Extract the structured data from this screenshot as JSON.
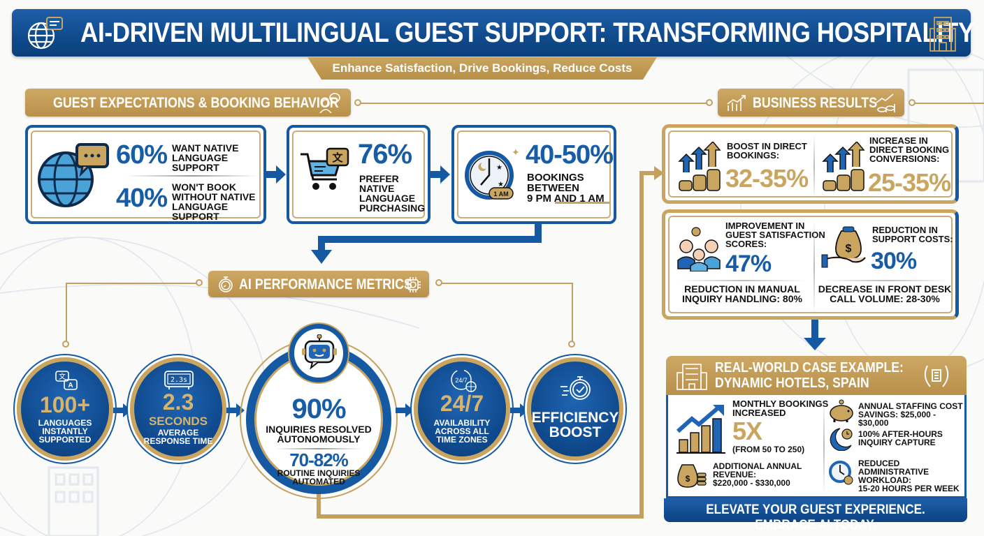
{
  "header": {
    "title": "AI-DRIVEN MULTILINGUAL GUEST SUPPORT: TRANSFORMING HOSPITALITY",
    "subtitle": "Enhance Satisfaction, Drive Bookings, Reduce Costs",
    "left_icon": "globe-chat-icon",
    "right_icon": "hotel-building-icon"
  },
  "guest_section": {
    "title": "GUEST EXPECTATIONS & BOOKING BEHAVIOR",
    "icon": "person-thought-icon",
    "cards": [
      {
        "icon": "globe-speech-bubble-icon",
        "stats": [
          {
            "value": "60%",
            "label_line1": "WANT NATIVE",
            "label_line2": "LANGUAGE SUPPORT"
          },
          {
            "value": "40%",
            "label_line1": "WON'T BOOK",
            "label_line2": "WITHOUT NATIVE",
            "label_line3": "LANGUAGE SUPPORT"
          }
        ]
      },
      {
        "icon": "shopping-cart-translate-icon",
        "value": "76%",
        "label_line1": "PREFER NATIVE",
        "label_line2": "LANGUAGE",
        "label_line3": "PURCHASING"
      },
      {
        "icon": "night-clock-icon",
        "badge": "1 AM",
        "value": "40-50%",
        "label_line1": "BOOKINGS BETWEEN",
        "label_line2": "9 PM AND 1 AM"
      }
    ]
  },
  "ai_section": {
    "title": "AI PERFORMANCE METRICS",
    "left_icon": "stopwatch-icon",
    "right_icon": "ai-chip-icon",
    "metrics": [
      {
        "icon": "translate-bubbles-icon",
        "value": "100+",
        "caption": [
          "LANGUAGES",
          "INSTANTLY",
          "SUPPORTED"
        ]
      },
      {
        "icon": "digital-clock-icon",
        "icon_text": "2.3s",
        "value": "2.3",
        "unit": "SECONDS",
        "caption": [
          "AVERAGE",
          "RESPONSE TIME"
        ]
      },
      {
        "icon": "robot-chat-icon",
        "value": "90%",
        "caption": [
          "INQUIRIES RESOLVED",
          "AUTONOMOUSLY"
        ],
        "value2": "70-82%",
        "caption2": [
          "ROUTINE INQUIRIES",
          "AUTOMATED"
        ]
      },
      {
        "icon": "24-7-globe-icon",
        "icon_text": "24/7",
        "value": "24/7",
        "caption": [
          "AVAILABILITY",
          "ACROSS ALL",
          "TIME ZONES"
        ]
      },
      {
        "icon": "stopwatch-check-icon",
        "caption": [
          "EFFICIENCY",
          "BOOST"
        ]
      }
    ]
  },
  "business_section": {
    "title": "BUSINESS RESULTS",
    "left_icon": "growth-chart-icon",
    "right_icon": "coins-growth-icon",
    "row1": [
      {
        "icon": "arrows-coins-icon",
        "label": [
          "BOOST IN DIRECT",
          "BOOKINGS:"
        ],
        "value": "32-35%"
      },
      {
        "icon": "arrows-coins-icon",
        "label": [
          "INCREASE IN",
          "DIRECT BOOKING",
          "CONVERSIONS:"
        ],
        "value": "25-35%"
      }
    ],
    "row2": [
      {
        "icon": "happy-guests-icon",
        "label": [
          "IMPROVEMENT IN",
          "GUEST SATISFACTION",
          "SCORES:"
        ],
        "value": "47%",
        "footer": [
          "REDUCTION IN MANUAL",
          "INQUIRY HANDLING: 80%"
        ]
      },
      {
        "icon": "money-bag-hand-icon",
        "label": [
          "REDUCTION IN",
          "SUPPORT COSTS:"
        ],
        "value": "30%",
        "footer": [
          "DECREASE IN FRONT DESK",
          "CALL VOLUME: 28-30%"
        ]
      }
    ]
  },
  "case_study": {
    "title_line1": "REAL-WORLD CASE EXAMPLE:",
    "title_line2": "DYNAMIC HOTELS, SPAIN",
    "left_icon": "hotel-icon",
    "right_icon": "laurel-hotel-icon",
    "left": [
      {
        "icon": "growth-bars-arrow-icon",
        "label": [
          "MONTHLY BOOKINGS",
          "INCREASED"
        ],
        "value": "5X",
        "note": "(FROM 50 TO 250)"
      },
      {
        "icon": "money-bag-coins-icon",
        "label": [
          "ADDITIONAL ANNUAL",
          "REVENUE:",
          "$220,000 - $330,000"
        ]
      }
    ],
    "right": [
      {
        "icon": "piggy-bank-icon",
        "label": [
          "ANNUAL STAFFING COST",
          "SAVINGS: $25,000 - $30,000"
        ]
      },
      {
        "icon": "moon-clock-icon",
        "label": [
          "100% AFTER-HOURS",
          "INQUIRY CAPTURE"
        ]
      },
      {
        "icon": "clock-icon",
        "label": [
          "REDUCED ADMINISTRATIVE",
          "WORKLOAD:",
          "15-20 HOURS PER WEEK"
        ]
      }
    ],
    "footer": "ELEVATE YOUR GUEST EXPERIENCE. EMBRACE AI TODAY."
  },
  "colors": {
    "primary_blue": "#1559a3",
    "dark_blue": "#0c4384",
    "gold": "#c9a55f",
    "background": "#fafaf8"
  }
}
